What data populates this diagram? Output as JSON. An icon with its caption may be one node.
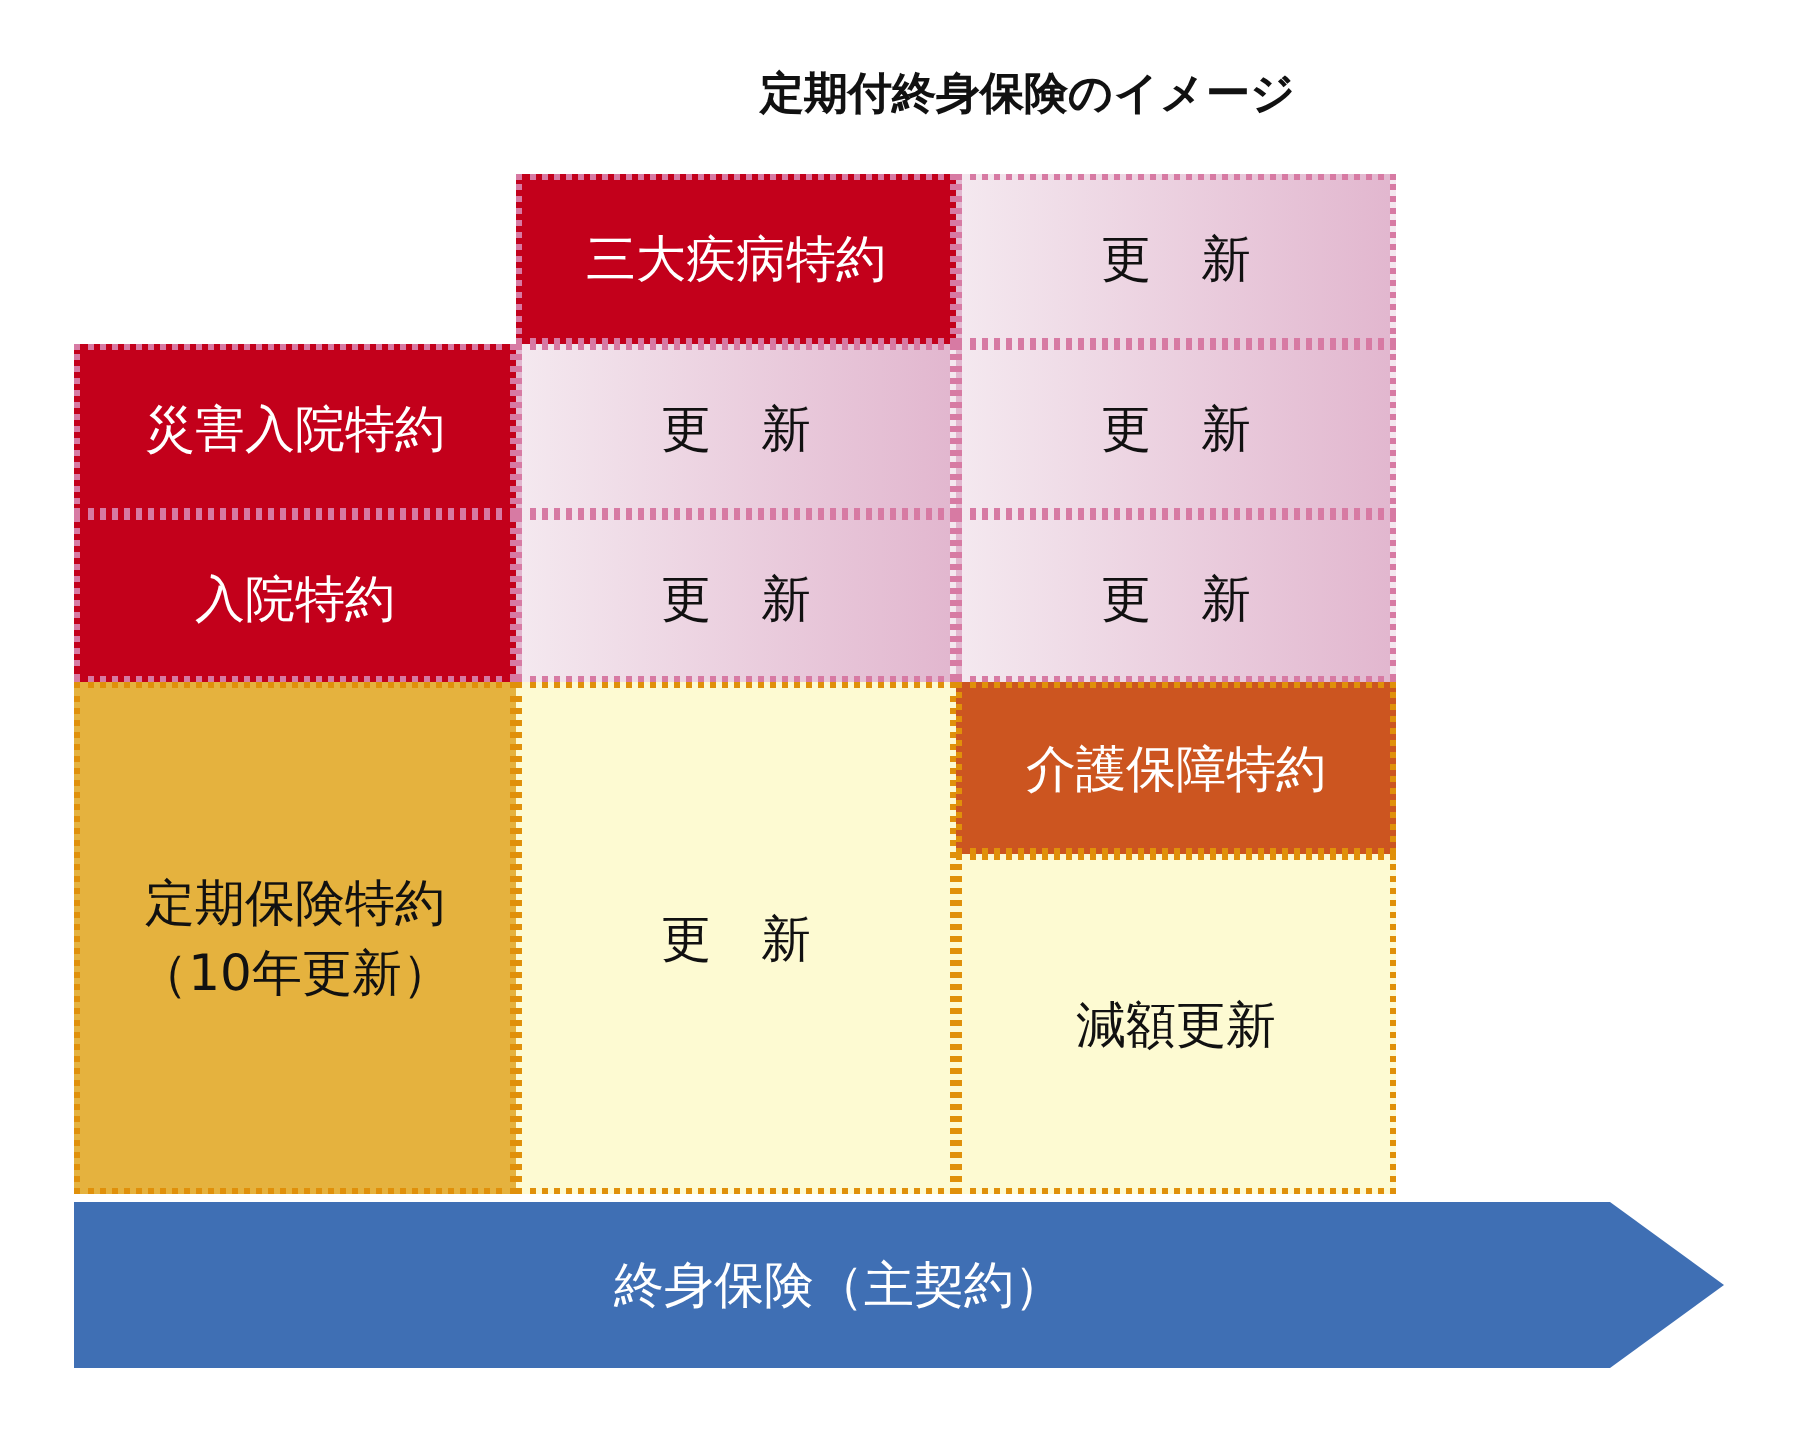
{
  "diagram": {
    "title": "定期付終身保険のイメージ",
    "nodes": [
      {
        "text": [
          "三大疾病特約"
        ]
      },
      {
        "text": [
          "更　新"
        ]
      },
      {
        "text": [
          "災害入院特約"
        ]
      },
      {
        "text": [
          "更　新"
        ]
      },
      {
        "text": [
          "更　新"
        ]
      },
      {
        "text": [
          "入院特約"
        ]
      },
      {
        "text": [
          "更　新"
        ]
      },
      {
        "text": [
          "更　新"
        ]
      },
      {
        "text": [
          "定期保険特約（10年更新）"
        ]
      },
      {
        "text": [
          "更　新"
        ]
      },
      {
        "text": [
          "介護保障特約"
        ]
      },
      {
        "text": [
          "減額更新"
        ]
      },
      {
        "text": [
          "終身保険（主契約）"
        ]
      }
    ],
    "edges": []
  }
}
